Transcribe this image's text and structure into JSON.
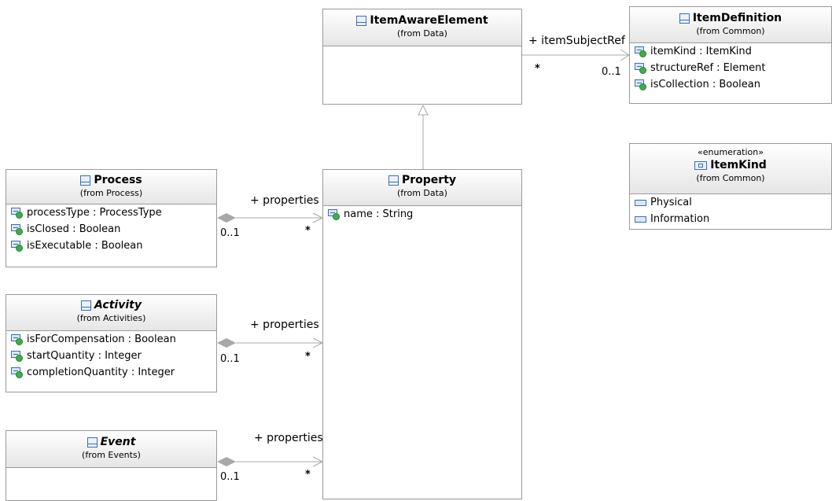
{
  "classes": {
    "item_aware_element": {
      "name": "ItemAwareElement",
      "from": "(from Data)"
    },
    "item_definition": {
      "name": "ItemDefinition",
      "from": "(from Common)",
      "attributes": [
        "itemKind : ItemKind",
        "structureRef : Element",
        "isCollection : Boolean"
      ]
    },
    "item_kind": {
      "stereotype": "«enumeration»",
      "name": "ItemKind",
      "from": "(from Common)",
      "literals": [
        "Physical",
        "Information"
      ]
    },
    "process": {
      "name": "Process",
      "from": "(from Process)",
      "attributes": [
        "processType : ProcessType",
        "isClosed : Boolean",
        "isExecutable : Boolean"
      ]
    },
    "property": {
      "name": "Property",
      "from": "(from Data)",
      "attributes": [
        "name : String"
      ]
    },
    "activity": {
      "name": "Activity",
      "from": "(from Activities)",
      "attributes": [
        "isForCompensation : Boolean",
        "startQuantity : Integer",
        "completionQuantity : Integer"
      ]
    },
    "event": {
      "name": "Event",
      "from": "(from Events)"
    }
  },
  "associations": {
    "item_subject_ref": {
      "role": "+ itemSubjectRef",
      "source_mult": "*",
      "target_mult": "0..1"
    },
    "process_properties": {
      "role": "+ properties",
      "source_mult": "0..1",
      "target_mult": "*"
    },
    "activity_properties": {
      "role": "+ properties",
      "source_mult": "0..1",
      "target_mult": "*"
    },
    "event_properties": {
      "role": "+ properties",
      "source_mult": "0..1",
      "target_mult": "*"
    }
  },
  "colors": {
    "line": "#a8a8a8",
    "border": "#9a9a9a",
    "icon_blue": "#3a6db6",
    "icon_green": "#3fae49"
  }
}
